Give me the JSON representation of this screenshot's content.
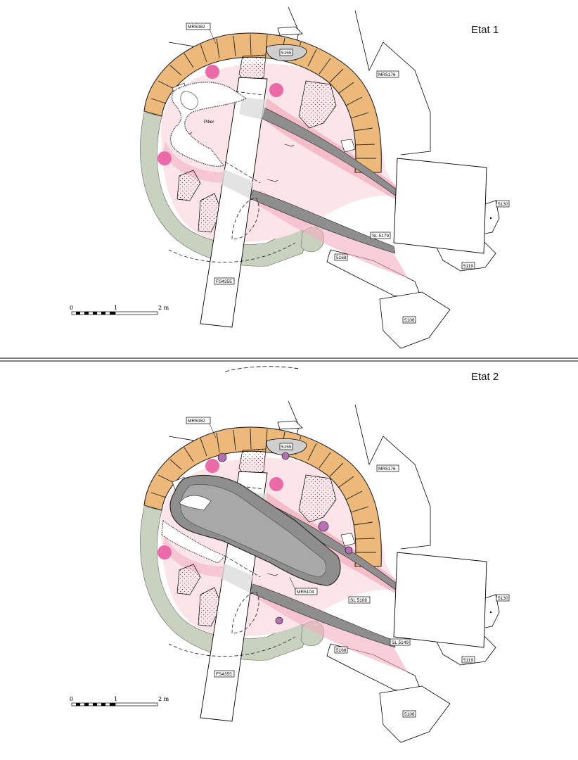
{
  "panels": [
    {
      "title": "Etat 1",
      "labels": {
        "mr5082": "MR5082",
        "l5155": "5155",
        "mr5176": "MR5176",
        "l5130": "5130",
        "sl": "SL 5179",
        "l5168": "5168",
        "l5119": "5119",
        "fs4355": "FS4355",
        "l5106": "5106",
        "pilier": "Pilier"
      },
      "scale": {
        "zero": "0",
        "one": "1",
        "two": "2 m"
      }
    },
    {
      "title": "Etat 2",
      "labels": {
        "mr5082": "MR5082",
        "l5155": "5155",
        "mr5176": "MR5176",
        "l5130": "5130",
        "mr5104": "MR5104",
        "sl5108": "SL 5108",
        "sl": "SL 5149",
        "l5168": "5168",
        "l5119": "5119",
        "fs4355": "FS4355",
        "l5106": "5106"
      },
      "scale": {
        "zero": "0",
        "one": "1",
        "two": "2 m"
      }
    }
  ],
  "colors": {
    "wall_stone": "#edb97a",
    "green_wall": "#c9d2bf",
    "pink_fill": "#fbe5e8",
    "pink_strong": "#f3aec0",
    "magenta_spot": "#ec6aa8",
    "dark_floor": "#8e8e8e",
    "gray_light": "#cfcfcf",
    "purple_post": "#b76fb5"
  }
}
